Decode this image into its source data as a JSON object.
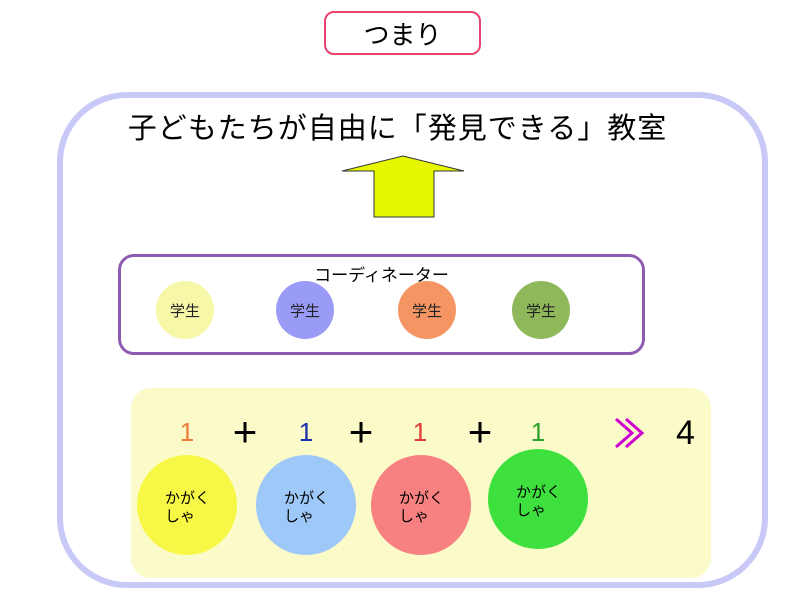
{
  "title": "つまり",
  "headline": "子どもたちが自由に「発見できる」教室",
  "coordinator": {
    "label": "コーディネーター",
    "students": [
      {
        "label": "学生",
        "color": "#f7f7a8"
      },
      {
        "label": "学生",
        "color": "#9a9bf7"
      },
      {
        "label": "学生",
        "color": "#f59563"
      },
      {
        "label": "学生",
        "color": "#8fb85a"
      }
    ]
  },
  "equation": {
    "terms": [
      {
        "value": "1",
        "color": "#f07a3a"
      },
      {
        "value": "1",
        "color": "#1a2fb0"
      },
      {
        "value": "1",
        "color": "#e53a3a"
      },
      {
        "value": "1",
        "color": "#2aa02a"
      }
    ],
    "operator": "+",
    "result": "4"
  },
  "scientists": [
    {
      "line1": "かがく",
      "line2": "しゃ",
      "color": "#f7f746"
    },
    {
      "line1": "かがく",
      "line2": "しゃ",
      "color": "#9ec8f7"
    },
    {
      "line1": "かがく",
      "line2": "しゃ",
      "color": "#f78080"
    },
    {
      "line1": "かがく",
      "line2": "しゃ",
      "color": "#3ee03e"
    }
  ],
  "colors": {
    "title_border": "#e8436e",
    "frame": "#c9c9f7",
    "coordinator_border": "#8e5bb0",
    "arrow_fill": "#e6f700",
    "panel_bg": "#fafbc9",
    "chevron": "#d000d0"
  }
}
